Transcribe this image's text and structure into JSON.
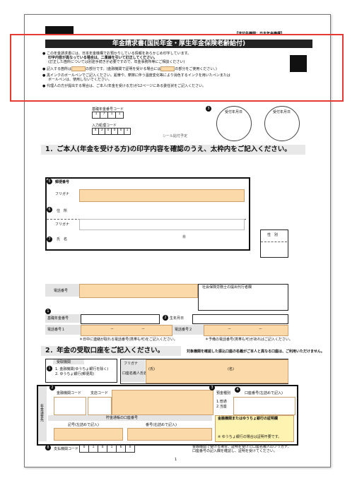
{
  "header": {
    "agency_label": "【送付先機関：日本年金機構】",
    "title": "年金請求書(国民年金・厚生年金保険老齢給付)"
  },
  "notes": {
    "line1": "● この年金請求書には、日本年金機構でお預かりしている情報をあらかじめ印字しています。",
    "line2": "印字内容が異なっている場合は、二重線を引いて訂正してください。",
    "line3": "(訂正した箇所については別途手続きが必要ですので、年金事務所等にご相談ください)",
    "line4_a": "● 記入する箇所は",
    "line4_b": "の部分です。(金融機関で証明を受ける場合には",
    "line4_c": "の部分をご使用ください。)",
    "line5": "● 黒インクのボールペンでご記入ください。鉛筆や、摩擦に伴う温度変化等により消色するインクを用いたペンまたは",
    "line6": "ボールペンは、使用しないでください。",
    "line7": "● 代理人の方が提出する場合は、ご本人(年金を受ける方)が12ページにある委任状をご記入ください。"
  },
  "codes": {
    "code1_label": "基礎年金番号コード",
    "code1_digits": [
      "1",
      "7",
      "1",
      "1"
    ],
    "code2_label": "入力処理コード",
    "code2_digits": [
      "4",
      "3",
      "0",
      "0",
      "0",
      "1"
    ],
    "seal_note": "シール貼付予定"
  },
  "stamps": {
    "stamp1_label": "受付年月日",
    "stamp2_label": "受付年月日"
  },
  "section1": {
    "heading": "1．ご本人(年金を受ける方)の印字内容を確認のうえ、太枠内をご記入ください。",
    "postal_label": "郵便番号",
    "furigana_label": "フリガナ",
    "address_label": "住　所",
    "furigana2_label": "フリガナ",
    "name_label": "氏　名",
    "seal_mark": "㊞",
    "gender_label": "性　別",
    "phone_label": "電話番号",
    "sharoushi_label": "社会保険労務士の提出代行者欄",
    "kiso_label": "基礎年金番号",
    "birth_label": "生年月日",
    "tel1_label": "電話番号１",
    "tel2_label": "電話番号２",
    "dash": "－",
    "footnote1": "＊日中に連絡が取れる電話番号(携帯も可)をご記入ください。",
    "footnote2": "＊予備の電話番号(携帯も可)があればご記入ください。"
  },
  "section2": {
    "heading": "2．年金の受取口座をご記入ください。",
    "warning": "対象機関を確認した振込口座の名義がご本人と異なる口座は、ご利用いただけません。",
    "account_type_label": "受取機関",
    "opt1": "1. 金融機関(ゆうちょ銀行を除く)",
    "opt2": "2. ゆうちょ銀行(郵便局)",
    "furigana_label": "フリガナ",
    "holder_label": "口座名義人氏名",
    "holder_a": "(氏)",
    "holder_b": "(名)",
    "bank_code_label": "金融機関コード",
    "branch_code_label": "支店コード",
    "account_kind_label": "預金種別",
    "account_no_label": "口座番号(左詰めで記入)",
    "kind1": "1.普通",
    "kind2": "2.当座",
    "side_label": "年金送金先",
    "side_label2": "ゆうちょ銀行",
    "yucho_header": "貯金通帳の口座番号",
    "kigou_label": "記号(左詰めで記入)",
    "bangou_label": "番号(右詰めで記入)",
    "certify_label": "金融機関またはゆうちょ銀行の証明欄",
    "certify_note": "※ ゆうちょ銀行の場合は証明不要です。",
    "bottom_label": "支払機関コード",
    "bottom_digits": [
      "0",
      "1",
      "0",
      "1",
      "6",
      "0"
    ],
    "footnote": "金融機関で受ける場合、証明を受けた口座名義人のフリガナ、口座番号の記入欄を確認し、証明を受けてください。"
  },
  "page_number": "1"
}
